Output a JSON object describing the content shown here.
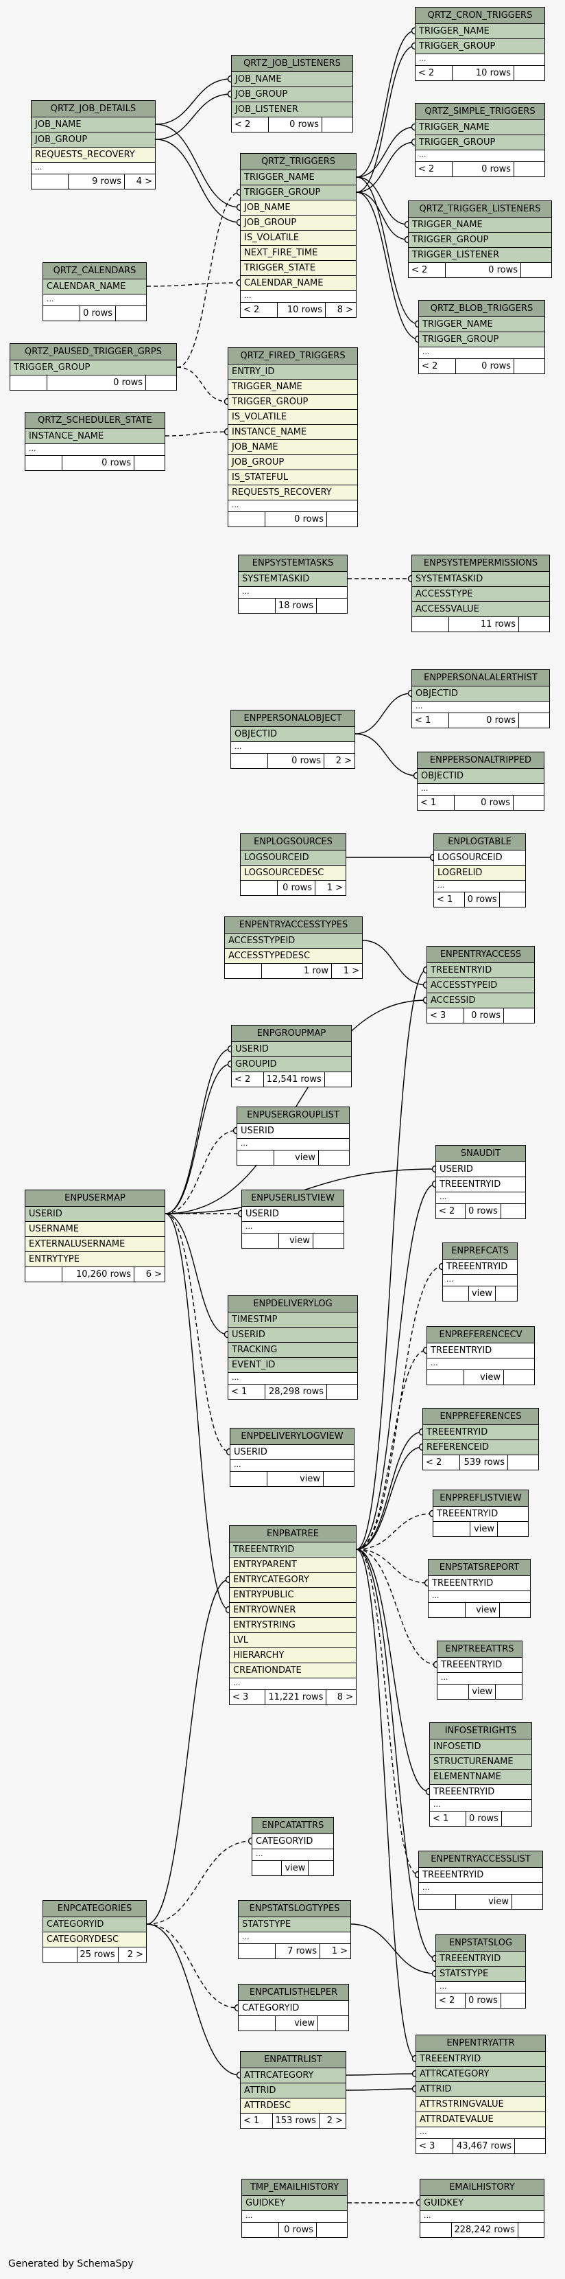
{
  "footer_text": "Generated by SchemaSpy",
  "tables": [
    {
      "id": "QRTZ_CRON_TRIGGERS",
      "cols": [
        {
          "n": "TRIGGER_NAME",
          "k": "pk"
        },
        {
          "n": "TRIGGER_GROUP",
          "k": "pk"
        },
        {
          "n": "...",
          "k": "el"
        }
      ],
      "f": [
        "< 2",
        "10 rows",
        ""
      ]
    },
    {
      "id": "QRTZ_JOB_LISTENERS",
      "cols": [
        {
          "n": "JOB_NAME",
          "k": "pk"
        },
        {
          "n": "JOB_GROUP",
          "k": "pk"
        },
        {
          "n": "JOB_LISTENER",
          "k": "pk"
        }
      ],
      "f": [
        "< 2",
        "0 rows",
        ""
      ]
    },
    {
      "id": "QRTZ_JOB_DETAILS",
      "cols": [
        {
          "n": "JOB_NAME",
          "k": "pk"
        },
        {
          "n": "JOB_GROUP",
          "k": "pk"
        },
        {
          "n": "REQUESTS_RECOVERY",
          "k": "nn"
        },
        {
          "n": "...",
          "k": "el"
        }
      ],
      "f": [
        "",
        "9 rows",
        "4 >"
      ]
    },
    {
      "id": "QRTZ_SIMPLE_TRIGGERS",
      "cols": [
        {
          "n": "TRIGGER_NAME",
          "k": "pk"
        },
        {
          "n": "TRIGGER_GROUP",
          "k": "pk"
        },
        {
          "n": "...",
          "k": "el"
        }
      ],
      "f": [
        "< 2",
        "0 rows",
        ""
      ]
    },
    {
      "id": "QRTZ_TRIGGERS",
      "cols": [
        {
          "n": "TRIGGER_NAME",
          "k": "pk"
        },
        {
          "n": "TRIGGER_GROUP",
          "k": "pk"
        },
        {
          "n": "JOB_NAME",
          "k": "nn"
        },
        {
          "n": "JOB_GROUP",
          "k": "nn"
        },
        {
          "n": "IS_VOLATILE",
          "k": "nn"
        },
        {
          "n": "NEXT_FIRE_TIME",
          "k": "nn"
        },
        {
          "n": "TRIGGER_STATE",
          "k": "nn"
        },
        {
          "n": "CALENDAR_NAME",
          "k": "nn"
        },
        {
          "n": "...",
          "k": "el"
        }
      ],
      "f": [
        "< 2",
        "10 rows",
        "8 >"
      ]
    },
    {
      "id": "QRTZ_TRIGGER_LISTENERS",
      "cols": [
        {
          "n": "TRIGGER_NAME",
          "k": "pk"
        },
        {
          "n": "TRIGGER_GROUP",
          "k": "pk"
        },
        {
          "n": "TRIGGER_LISTENER",
          "k": "pk"
        }
      ],
      "f": [
        "< 2",
        "0 rows",
        ""
      ]
    },
    {
      "id": "QRTZ_CALENDARS",
      "cols": [
        {
          "n": "CALENDAR_NAME",
          "k": "pk"
        },
        {
          "n": "...",
          "k": "el"
        }
      ],
      "f": [
        "",
        "0 rows",
        ""
      ]
    },
    {
      "id": "QRTZ_BLOB_TRIGGERS",
      "cols": [
        {
          "n": "TRIGGER_NAME",
          "k": "pk"
        },
        {
          "n": "TRIGGER_GROUP",
          "k": "pk"
        },
        {
          "n": "...",
          "k": "el"
        }
      ],
      "f": [
        "< 2",
        "0 rows",
        ""
      ]
    },
    {
      "id": "QRTZ_PAUSED_TRIGGER_GRPS",
      "cols": [
        {
          "n": "TRIGGER_GROUP",
          "k": "pk"
        }
      ],
      "f": [
        "",
        "0 rows",
        ""
      ]
    },
    {
      "id": "QRTZ_FIRED_TRIGGERS",
      "cols": [
        {
          "n": "ENTRY_ID",
          "k": "pk"
        },
        {
          "n": "TRIGGER_NAME",
          "k": "nn"
        },
        {
          "n": "TRIGGER_GROUP",
          "k": "nn"
        },
        {
          "n": "IS_VOLATILE",
          "k": "nn"
        },
        {
          "n": "INSTANCE_NAME",
          "k": "nn"
        },
        {
          "n": "JOB_NAME",
          "k": "nn"
        },
        {
          "n": "JOB_GROUP",
          "k": "nn"
        },
        {
          "n": "IS_STATEFUL",
          "k": "nn"
        },
        {
          "n": "REQUESTS_RECOVERY",
          "k": "nn"
        },
        {
          "n": "...",
          "k": "el"
        }
      ],
      "f": [
        "",
        "0 rows",
        ""
      ]
    },
    {
      "id": "QRTZ_SCHEDULER_STATE",
      "cols": [
        {
          "n": "INSTANCE_NAME",
          "k": "pk"
        },
        {
          "n": "...",
          "k": "el"
        }
      ],
      "f": [
        "",
        "0 rows",
        ""
      ]
    },
    {
      "id": "ENPSYSTEMTASKS",
      "cols": [
        {
          "n": "SYSTEMTASKID",
          "k": "pk"
        },
        {
          "n": "...",
          "k": "el"
        }
      ],
      "f": [
        "",
        "18 rows",
        ""
      ]
    },
    {
      "id": "ENPSYSTEMPERMISSIONS",
      "cols": [
        {
          "n": "SYSTEMTASKID",
          "k": "pk"
        },
        {
          "n": "ACCESSTYPE",
          "k": "pk"
        },
        {
          "n": "ACCESSVALUE",
          "k": "pk"
        }
      ],
      "f": [
        "",
        "11 rows",
        ""
      ]
    },
    {
      "id": "ENPPERSONALALERTHIST",
      "cols": [
        {
          "n": "OBJECTID",
          "k": "pk"
        },
        {
          "n": "...",
          "k": "el"
        }
      ],
      "f": [
        "< 1",
        "0 rows",
        ""
      ]
    },
    {
      "id": "ENPPERSONALOBJECT",
      "cols": [
        {
          "n": "OBJECTID",
          "k": "pk"
        },
        {
          "n": "...",
          "k": "el"
        }
      ],
      "f": [
        "",
        "0 rows",
        "2 >"
      ]
    },
    {
      "id": "ENPPERSONALTRIPPED",
      "cols": [
        {
          "n": "OBJECTID",
          "k": "pk"
        },
        {
          "n": "...",
          "k": "el"
        }
      ],
      "f": [
        "< 1",
        "0 rows",
        ""
      ]
    },
    {
      "id": "ENPLOGSOURCES",
      "cols": [
        {
          "n": "LOGSOURCEID",
          "k": "pk"
        },
        {
          "n": "LOGSOURCEDESC",
          "k": "nn"
        }
      ],
      "f": [
        "",
        "0 rows",
        "1 >"
      ]
    },
    {
      "id": "ENPLOGTABLE",
      "cols": [
        {
          "n": "LOGSOURCEID",
          "k": "pl"
        },
        {
          "n": "LOGRELID",
          "k": "nn"
        },
        {
          "n": "...",
          "k": "el"
        }
      ],
      "f": [
        "< 1",
        "0 rows",
        ""
      ]
    },
    {
      "id": "ENPENTRYACCESSTYPES",
      "cols": [
        {
          "n": "ACCESSTYPEID",
          "k": "pk"
        },
        {
          "n": "ACCESSTYPEDESC",
          "k": "nn"
        }
      ],
      "f": [
        "",
        "1 row",
        "1 >"
      ]
    },
    {
      "id": "ENPENTRYACCESS",
      "cols": [
        {
          "n": "TREEENTRYID",
          "k": "pk"
        },
        {
          "n": "ACCESSTYPEID",
          "k": "pk"
        },
        {
          "n": "ACCESSID",
          "k": "pk"
        }
      ],
      "f": [
        "< 3",
        "0 rows",
        ""
      ]
    },
    {
      "id": "ENPGROUPMAP",
      "cols": [
        {
          "n": "USERID",
          "k": "pk"
        },
        {
          "n": "GROUPID",
          "k": "pk"
        }
      ],
      "f": [
        "< 2",
        "12,541 rows",
        ""
      ]
    },
    {
      "id": "ENPUSERGROUPLIST",
      "cols": [
        {
          "n": "USERID",
          "k": "pl"
        },
        {
          "n": "...",
          "k": "el"
        }
      ],
      "f": [
        "",
        "view",
        ""
      ]
    },
    {
      "id": "SNAUDIT",
      "cols": [
        {
          "n": "USERID",
          "k": "pl"
        },
        {
          "n": "TREEENTRYID",
          "k": "pl"
        },
        {
          "n": "...",
          "k": "el"
        }
      ],
      "f": [
        "< 2",
        "0 rows",
        ""
      ]
    },
    {
      "id": "ENPUSERMAP",
      "cols": [
        {
          "n": "USERID",
          "k": "pk"
        },
        {
          "n": "USERNAME",
          "k": "nn"
        },
        {
          "n": "EXTERNALUSERNAME",
          "k": "nn"
        },
        {
          "n": "ENTRYTYPE",
          "k": "nn"
        }
      ],
      "f": [
        "",
        "10,260 rows",
        "6 >"
      ]
    },
    {
      "id": "ENPUSERLISTVIEW",
      "cols": [
        {
          "n": "USERID",
          "k": "pl"
        },
        {
          "n": "...",
          "k": "el"
        }
      ],
      "f": [
        "",
        "view",
        ""
      ]
    },
    {
      "id": "ENPREFCATS",
      "cols": [
        {
          "n": "TREEENTRYID",
          "k": "pl"
        },
        {
          "n": "...",
          "k": "el"
        }
      ],
      "f": [
        "",
        "view",
        ""
      ]
    },
    {
      "id": "ENPDELIVERYLOG",
      "cols": [
        {
          "n": "TIMESTMP",
          "k": "pk"
        },
        {
          "n": "USERID",
          "k": "pk"
        },
        {
          "n": "TRACKING",
          "k": "pk"
        },
        {
          "n": "EVENT_ID",
          "k": "pk"
        },
        {
          "n": "...",
          "k": "el"
        }
      ],
      "f": [
        "< 1",
        "28,298 rows",
        ""
      ]
    },
    {
      "id": "ENPREFERENCECV",
      "cols": [
        {
          "n": "TREEENTRYID",
          "k": "pl"
        },
        {
          "n": "...",
          "k": "el"
        }
      ],
      "f": [
        "",
        "view",
        ""
      ]
    },
    {
      "id": "ENPPREFERENCES",
      "cols": [
        {
          "n": "TREEENTRYID",
          "k": "pk"
        },
        {
          "n": "REFERENCEID",
          "k": "pk"
        }
      ],
      "f": [
        "< 2",
        "539 rows",
        ""
      ]
    },
    {
      "id": "ENPDELIVERYLOGVIEW",
      "cols": [
        {
          "n": "USERID",
          "k": "pl"
        },
        {
          "n": "...",
          "k": "el"
        }
      ],
      "f": [
        "",
        "view",
        ""
      ]
    },
    {
      "id": "ENPPREFLISTVIEW",
      "cols": [
        {
          "n": "TREEENTRYID",
          "k": "pl"
        }
      ],
      "f": [
        "",
        "view",
        ""
      ]
    },
    {
      "id": "ENPBATREE",
      "cols": [
        {
          "n": "TREEENTRYID",
          "k": "pk"
        },
        {
          "n": "ENTRYPARENT",
          "k": "nn"
        },
        {
          "n": "ENTRYCATEGORY",
          "k": "nn"
        },
        {
          "n": "ENTRYPUBLIC",
          "k": "nn"
        },
        {
          "n": "ENTRYOWNER",
          "k": "nn"
        },
        {
          "n": "ENTRYSTRING",
          "k": "nn"
        },
        {
          "n": "LVL",
          "k": "nn"
        },
        {
          "n": "HIERARCHY",
          "k": "nn"
        },
        {
          "n": "CREATIONDATE",
          "k": "nn"
        },
        {
          "n": "...",
          "k": "el"
        }
      ],
      "f": [
        "< 3",
        "11,221 rows",
        "8 >"
      ]
    },
    {
      "id": "ENPSTATSREPORT",
      "cols": [
        {
          "n": "TREEENTRYID",
          "k": "pl"
        },
        {
          "n": "...",
          "k": "el"
        }
      ],
      "f": [
        "",
        "view",
        ""
      ]
    },
    {
      "id": "ENPTREEATTRS",
      "cols": [
        {
          "n": "TREEENTRYID",
          "k": "pl"
        },
        {
          "n": "...",
          "k": "el"
        }
      ],
      "f": [
        "",
        "view",
        ""
      ]
    },
    {
      "id": "INFOSETRIGHTS",
      "cols": [
        {
          "n": "INFOSETID",
          "k": "pk"
        },
        {
          "n": "STRUCTURENAME",
          "k": "pk"
        },
        {
          "n": "ELEMENTNAME",
          "k": "pk"
        },
        {
          "n": "TREEENTRYID",
          "k": "pl"
        },
        {
          "n": "...",
          "k": "el"
        }
      ],
      "f": [
        "< 1",
        "0 rows",
        ""
      ]
    },
    {
      "id": "ENPCATATTRS",
      "cols": [
        {
          "n": "CATEGORYID",
          "k": "pl"
        },
        {
          "n": "...",
          "k": "el"
        }
      ],
      "f": [
        "",
        "view",
        ""
      ]
    },
    {
      "id": "ENPENTRYACCESSLIST",
      "cols": [
        {
          "n": "TREEENTRYID",
          "k": "pl"
        },
        {
          "n": "...",
          "k": "el"
        }
      ],
      "f": [
        "",
        "view",
        ""
      ]
    },
    {
      "id": "ENPCATEGORIES",
      "cols": [
        {
          "n": "CATEGORYID",
          "k": "pk"
        },
        {
          "n": "CATEGORYDESC",
          "k": "nn"
        }
      ],
      "f": [
        "",
        "25 rows",
        "2 >"
      ]
    },
    {
      "id": "ENPSTATSLOGTYPES",
      "cols": [
        {
          "n": "STATSTYPE",
          "k": "pk"
        },
        {
          "n": "...",
          "k": "el"
        }
      ],
      "f": [
        "",
        "7 rows",
        "1 >"
      ]
    },
    {
      "id": "ENPSTATSLOG",
      "cols": [
        {
          "n": "TREEENTRYID",
          "k": "pk"
        },
        {
          "n": "STATSTYPE",
          "k": "pk"
        },
        {
          "n": "...",
          "k": "el"
        }
      ],
      "f": [
        "< 2",
        "0 rows",
        ""
      ]
    },
    {
      "id": "ENPCATLISTHELPER",
      "cols": [
        {
          "n": "CATEGORYID",
          "k": "pl"
        }
      ],
      "f": [
        "",
        "view",
        ""
      ]
    },
    {
      "id": "ENPATTRLIST",
      "cols": [
        {
          "n": "ATTRCATEGORY",
          "k": "pk"
        },
        {
          "n": "ATTRID",
          "k": "pk"
        },
        {
          "n": "ATTRDESC",
          "k": "nn"
        }
      ],
      "f": [
        "< 1",
        "153 rows",
        "2 >"
      ]
    },
    {
      "id": "ENPENTRYATTR",
      "cols": [
        {
          "n": "TREEENTRYID",
          "k": "pk"
        },
        {
          "n": "ATTRCATEGORY",
          "k": "pk"
        },
        {
          "n": "ATTRID",
          "k": "pk"
        },
        {
          "n": "ATTRSTRINGVALUE",
          "k": "nn"
        },
        {
          "n": "ATTRDATEVALUE",
          "k": "nn"
        },
        {
          "n": "...",
          "k": "el"
        }
      ],
      "f": [
        "< 3",
        "43,467 rows",
        ""
      ]
    },
    {
      "id": "TMP_EMAILHISTORY",
      "cols": [
        {
          "n": "GUIDKEY",
          "k": "pk"
        },
        {
          "n": "...",
          "k": "el"
        }
      ],
      "f": [
        "",
        "0 rows",
        ""
      ]
    },
    {
      "id": "EMAILHISTORY",
      "cols": [
        {
          "n": "GUIDKEY",
          "k": "pk"
        },
        {
          "n": "...",
          "k": "el"
        }
      ],
      "f": [
        "",
        "228,242 rows",
        ""
      ]
    }
  ]
}
